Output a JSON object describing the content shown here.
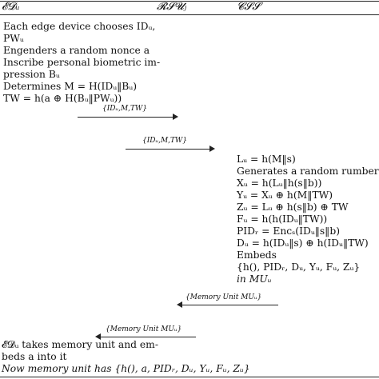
{
  "headers": {
    "device": "𝓔𝓓ᵤ",
    "rsu": "𝓡𝓢𝓤ⱼ",
    "css": "𝓒𝓢𝓢"
  },
  "device_steps": [
    "Each edge device chooses IDᵤ,",
    "PWᵤ",
    "Engenders a random nonce a",
    "Inscribe personal biometric im-",
    "pression Bᵤ",
    "Determines M = H(IDᵤ‖Bᵤ)",
    "TW = h(a ⊕ H(Bᵤ‖PWᵤ))"
  ],
  "messages": {
    "msg1": "{IDᵤ,M,TW}",
    "msg2": "{IDᵤ,M,TW}",
    "msg3": "{Memory Unit MUᵤ}",
    "msg4": "{Memory Unit MUᵤ}"
  },
  "css_steps": [
    "Lᵤ = h(M‖s)",
    "Generates a random rumber b",
    "Xᵤ = h(Lᵤ‖h(s‖b))",
    "Yᵤ = Xᵤ ⊕ h(M‖TW)",
    "Zᵤ = Lᵤ ⊕ h(s‖b) ⊕ TW",
    "Fᵤ = h(h(IDᵤ‖TW))",
    "PIDᵣ = Encₛ(IDᵤ‖s‖b)",
    "Dᵤ = h(IDᵤ‖s) ⊕ h(IDᵤ‖TW)",
    "Embeds",
    "{h(), PIDᵣ, Dᵤ, Yᵤ, Fᵤ, Zᵤ}",
    "in MUᵤ"
  ],
  "final_steps": [
    "𝓔𝓓ᵤ takes memory unit and em-",
    "beds a into it",
    "Now memory unit has {h(), a, PIDᵣ, Dᵤ, Yᵤ, Fᵤ, Zᵤ}"
  ]
}
